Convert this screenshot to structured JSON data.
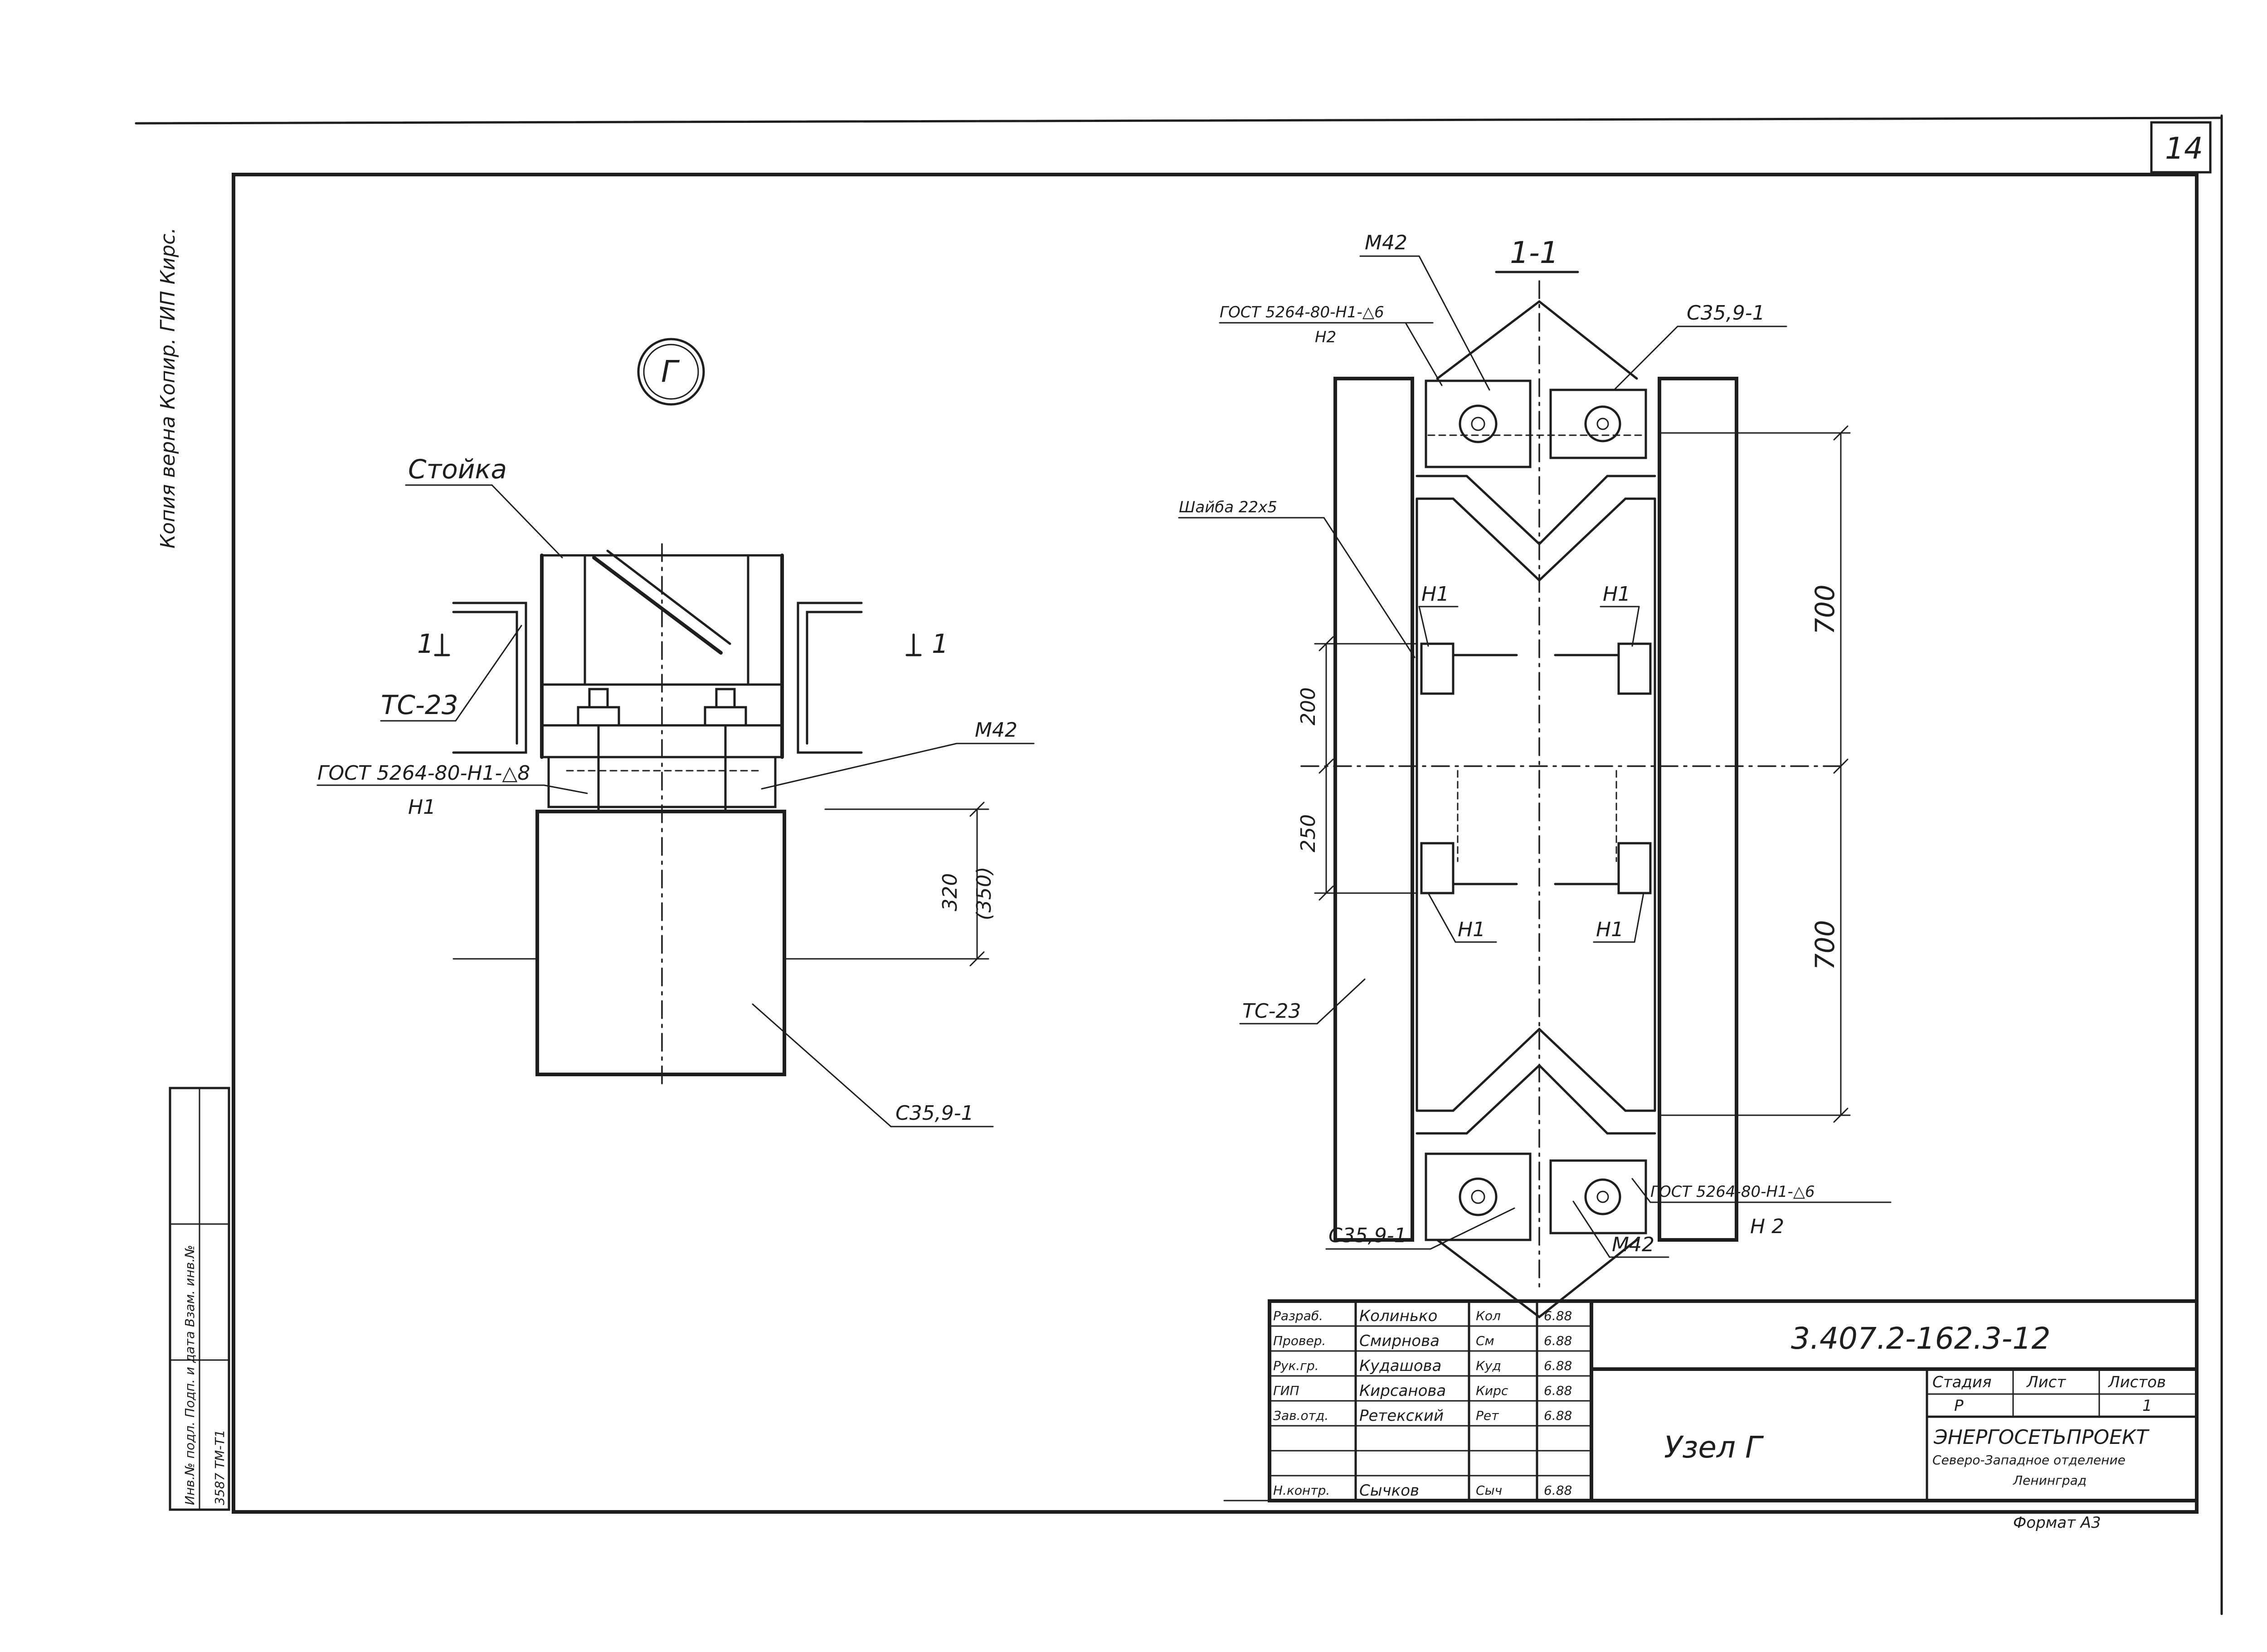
{
  "page_number": "14",
  "side_note": "Копия верна  Копир.  ГИП Кирс.",
  "left_view": {
    "node_mark": "Г",
    "label_stoyka": "Стойка",
    "label_tc23": "ТС-23",
    "label_section_left": "1",
    "label_section_right": "1",
    "label_gost": "ГОСТ 5264-80-Н1-△8",
    "label_n1": "Н1",
    "label_m42": "М42",
    "label_c35": "С35,9-1",
    "dim_value": "320",
    "dim_value_alt": "(350)"
  },
  "right_view": {
    "section_title": "1-1",
    "label_m42_top": "М42",
    "label_gost_top": "ГОСТ 5264-80-Н1-△6",
    "label_n2_top": "Н2",
    "label_c35_top": "С35,9-1",
    "label_plate": "Шайба 22х5",
    "label_n1_a": "Н1",
    "label_n1_b": "Н1",
    "label_n1_c": "Н1",
    "label_n1_d": "Н1",
    "dim_200": "200",
    "dim_250": "250",
    "dim_700_top": "700",
    "dim_700_bottom": "700",
    "label_tc23": "ТС-23",
    "label_c35_bottom": "С35,9-1",
    "label_m42_bottom": "М42",
    "label_gost_bottom": "ГОСТ 5264-80-Н1-△6",
    "label_n2_bottom": "Н 2"
  },
  "title_block": {
    "code": "3.407.2-162.3-12",
    "title": "Узел Г",
    "org_line1": "ЭНЕРГОСЕТЬПРОЕКТ",
    "org_line2": "Северо-Западное отделение",
    "org_line3": "Ленинград",
    "stage_header": "Стадия",
    "sheet_header": "Лист",
    "sheets_header": "Листов",
    "stage_value": "Р",
    "sheets_value": "1",
    "format": "Формат А3",
    "rows": [
      {
        "role": "Разраб.",
        "name": "Колинько",
        "sign": "Кол",
        "date": "6.88"
      },
      {
        "role": "Провер.",
        "name": "Смирнова",
        "sign": "См",
        "date": "6.88"
      },
      {
        "role": "Рук.гр.",
        "name": "Кудашова",
        "sign": "Куд",
        "date": "6.88"
      },
      {
        "role": "ГИП",
        "name": "Кирсанова",
        "sign": "Кирс",
        "date": "6.88"
      },
      {
        "role": "Зав.отд.",
        "name": "Ретекский",
        "sign": "Рет",
        "date": "6.88"
      },
      {
        "role": "",
        "name": "",
        "sign": "",
        "date": ""
      },
      {
        "role": "",
        "name": "",
        "sign": "",
        "date": ""
      },
      {
        "role": "Н.контр.",
        "name": "Сычков",
        "sign": "Сыч",
        "date": "6.88"
      }
    ]
  },
  "side_stamp": {
    "row1": "Инв.№ подл.   Подп. и дата   Взам. инв.№",
    "row2": "3587 ТМ-Т1"
  }
}
